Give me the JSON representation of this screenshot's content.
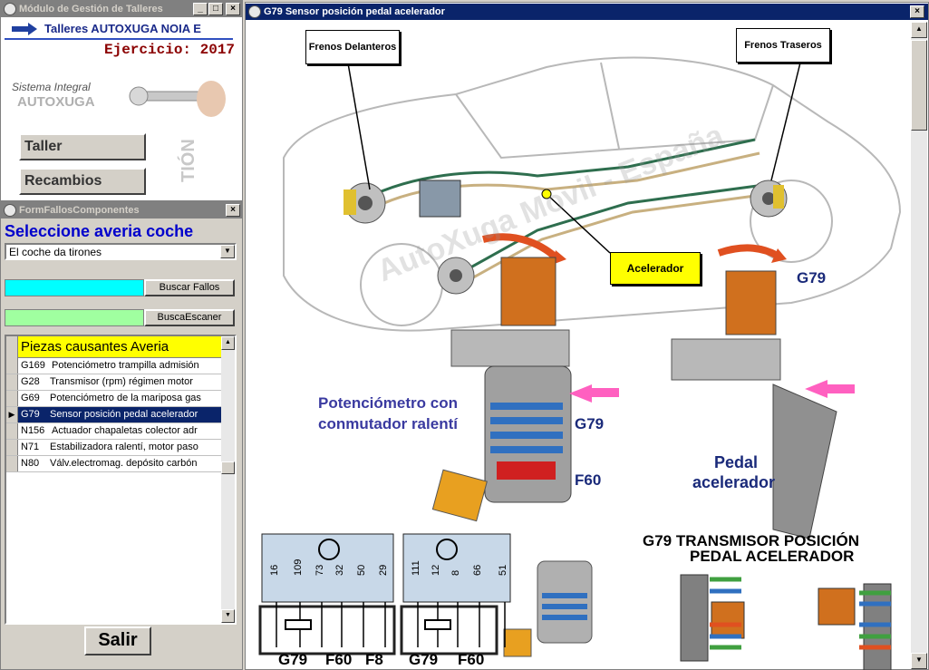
{
  "main_window": {
    "title": "Módulo de Gestión de Talleres",
    "company": "Talleres AUTOXUGA NOIA E",
    "year_label": "Ejercicio: 2017",
    "brand_line1": "Sistema Integral",
    "brand_line2": "AUTOXUGA",
    "nav": [
      "Taller",
      "Recambios"
    ],
    "side_text": "TIÓN"
  },
  "fallos_window": {
    "title": "FormFallosComponentes",
    "heading": "Seleccione averia coche",
    "fault_selected": "El coche da tirones",
    "buscar_fallos": "Buscar Fallos",
    "busca_escaner": "BuscaEscaner",
    "grid_header": "Piezas causantes Averia",
    "rows": [
      {
        "code": "G169",
        "desc": "Potenciómetro trampilla admisión"
      },
      {
        "code": "G28",
        "desc": "Transmisor (rpm) régimen motor"
      },
      {
        "code": "G69",
        "desc": "Potenciómetro de la mariposa gas"
      },
      {
        "code": "G79",
        "desc": "Sensor posición pedal acelerador"
      },
      {
        "code": "N156",
        "desc": "Actuador chapaletas colector adr"
      },
      {
        "code": "N71",
        "desc": "Estabilizadora ralentí, motor paso"
      },
      {
        "code": "N80",
        "desc": "Válv.electromag. depósito carbón"
      }
    ],
    "selected_row": 3,
    "exit_label": "Salir"
  },
  "image_window": {
    "title": "G79  Sensor posición pedal acelerador",
    "label_front": "Frenos Delanteros",
    "label_rear": "Frenos Traseros",
    "label_accel": "Acelerador",
    "g79_top": "G79",
    "potentiometer_l1": "Potenciómetro con",
    "potentiometer_l2": "conmutador ralentí",
    "g79_mid": "G79",
    "f60_mid": "F60",
    "pedal_l1": "Pedal",
    "pedal_l2": "acelerador",
    "heading_l1": "G79 TRANSMISOR POSICIÓN",
    "heading_l2": "PEDAL ACELERADOR",
    "pins_a": [
      "16",
      "109",
      "73",
      "32",
      "50",
      "29"
    ],
    "pins_b": [
      "111",
      "12",
      "8",
      "66",
      "51"
    ],
    "legend_a": [
      "G79",
      "F60",
      "F8"
    ],
    "legend_b": [
      "G79",
      "F60"
    ],
    "watermark": "AutoXuga Movil - España"
  },
  "colors": {
    "title_active": "#0a246a",
    "heading_blue": "#0000cc",
    "grid_header_bg": "#ffff00",
    "buscar_fallos_bg": "#00ffff",
    "busca_escaner_bg": "#a0ffa0",
    "year_red": "#8b0000"
  }
}
